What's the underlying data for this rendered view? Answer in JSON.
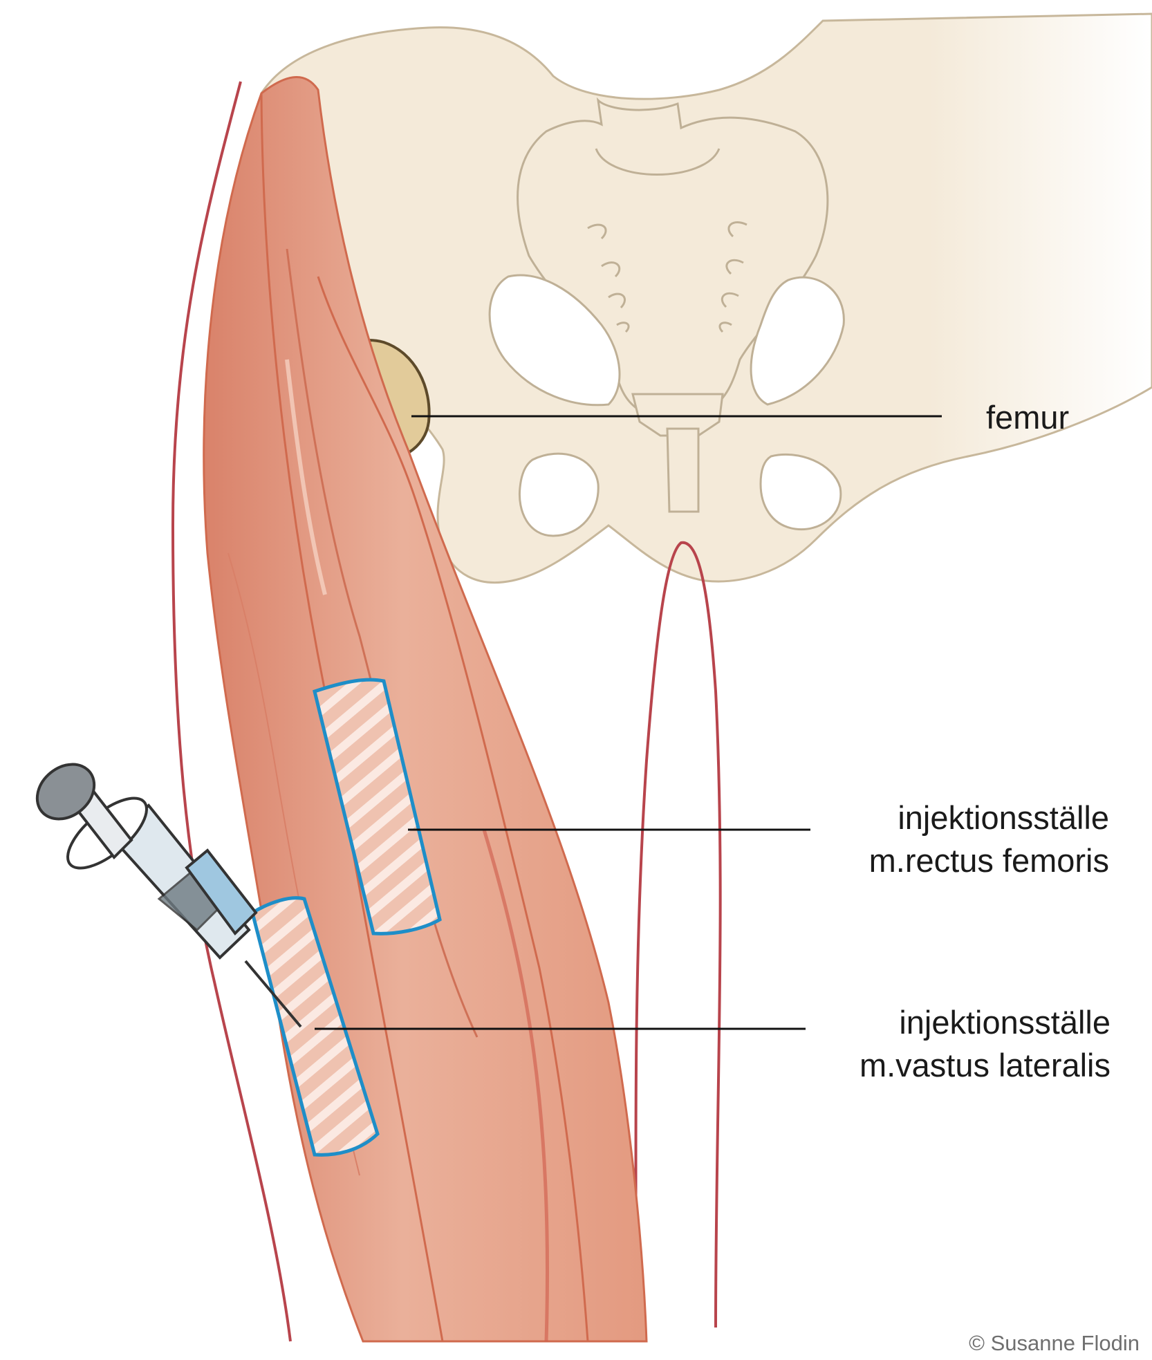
{
  "labels": {
    "femur": "femur",
    "rectus_line1": "injektionsställe",
    "rectus_line2": "m.rectus femoris",
    "vastus_line1": "injektionsställe",
    "vastus_line2": "m.vastus lateralis"
  },
  "copyright": "© Susanne Flodin",
  "colors": {
    "bone": "#f4ead9",
    "bone_outline": "#bfb096",
    "femur_head": "#e2cb9a",
    "muscle": "#e7a288",
    "muscle_dark": "#d5785c",
    "skin_line": "#b8444c",
    "injection_outline": "#1e8ec8",
    "leader_line": "#111111"
  }
}
